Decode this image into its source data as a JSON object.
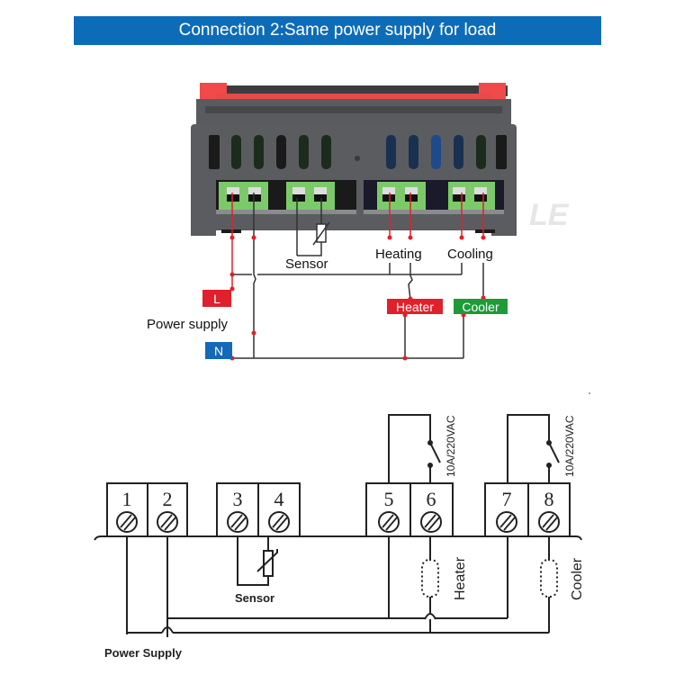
{
  "title": "Connection 2:Same power supply for load",
  "watermark": "LE",
  "colors": {
    "banner": "#0d6cb8",
    "live_red": "#e0202a",
    "neutral_blue": "#1569b8",
    "cooler_green": "#1c9b37",
    "terminal_green": "#7cc96a",
    "housing": "#55565a",
    "clip_red": "#f04a4a"
  },
  "upper_diagram": {
    "labels": {
      "sensor": "Sensor",
      "heating": "Heating",
      "cooling": "Cooling",
      "power_supply": "Power supply"
    },
    "tags": {
      "L": "L",
      "N": "N",
      "heater": "Heater",
      "cooler": "Cooler"
    }
  },
  "lower_schematic": {
    "terminals": [
      "1",
      "2",
      "3",
      "4",
      "5",
      "6",
      "7",
      "8"
    ],
    "relay_rating_1": "10A/220VAC",
    "relay_rating_2": "10A/220VAC",
    "labels": {
      "sensor": "Sensor",
      "heater": "Heater",
      "cooler": "Cooler",
      "power_supply": "Power Supply"
    }
  }
}
